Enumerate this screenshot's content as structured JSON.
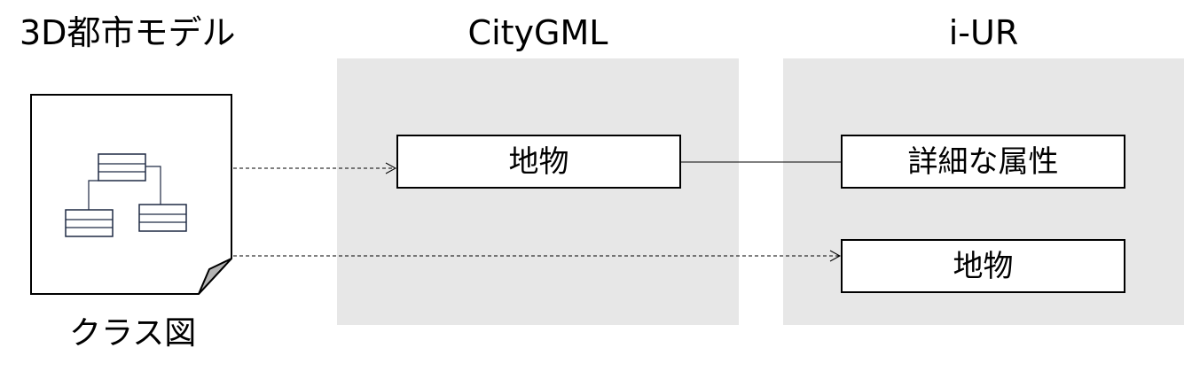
{
  "headings": {
    "model": "3D都市モデル",
    "citygml": "CityGML",
    "iur": "i-UR"
  },
  "citygml": {
    "feature": "地物"
  },
  "iur": {
    "detailed_attribute": "詳細な属性",
    "feature": "地物"
  },
  "document": {
    "caption": "クラス図"
  },
  "colors": {
    "panel": "#e7e7e7",
    "box_border": "#000000",
    "box_fill": "#ffffff",
    "fold": "#b3b3b3",
    "uml_stroke": "#1f2a44"
  },
  "icons": {
    "document": "class-diagram-document-icon"
  }
}
